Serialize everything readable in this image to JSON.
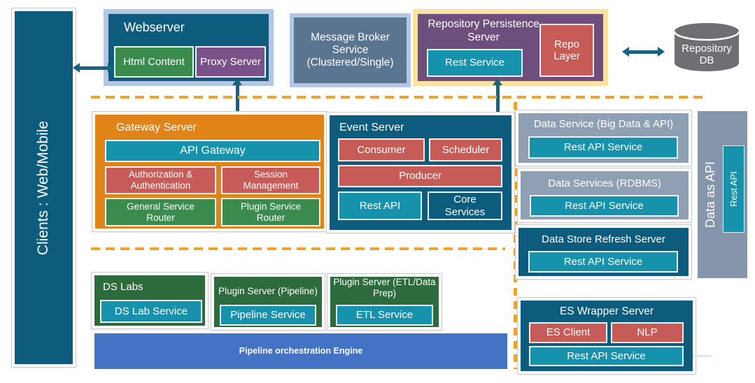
{
  "palette": {
    "teal-dark": "#0E5C7D",
    "teal-bright": "#1792AD",
    "green-mid": "#3B8A4E",
    "green-dark": "#2D6B3C",
    "purple": "#7A5189",
    "purple-deep": "#6E4E7D",
    "red": "#C65B57",
    "orange": "#E08418",
    "slate": "#5A7590",
    "gray-light": "#8FA0B4",
    "gray-mid": "#8495AC",
    "gray-db": "#6E6F72",
    "blue": "#4472C4",
    "periwinkle": "#B3C6E6",
    "yellow": "#FBE2A1",
    "dash": "#F0A22E",
    "arrow": "#16627F"
  },
  "clients": {
    "label": "Clients : Web/Mobile"
  },
  "webserver": {
    "title": "Webserver",
    "html_content": "Html Content",
    "proxy_server": "Proxy Server"
  },
  "message_broker": {
    "label": "Message Broker Service (Clustered/Single)"
  },
  "repo_persistence": {
    "title": "Repository Persistence Server",
    "rest_service": "Rest Service",
    "repo_layer": "Repo Layer"
  },
  "repository_db": {
    "label": "Repository DB"
  },
  "gateway": {
    "title": "Gateway Server",
    "api_gateway": "API Gateway",
    "auth": "Authorization & Authentication",
    "session": "Session Management",
    "general_router": "General Service Router",
    "plugin_router": "Plugin Service Router"
  },
  "event_server": {
    "title": "Event Server",
    "consumer": "Consumer",
    "scheduler": "Scheduler",
    "producer": "Producer",
    "rest_api": "Rest API",
    "core_services": "Core Services"
  },
  "data_services": {
    "big_data": {
      "title": "Data Service (Big Data & API)",
      "service": "Rest API Service"
    },
    "rdbms": {
      "title": "Data Services (RDBMS)",
      "service": "Rest API Service"
    },
    "refresh": {
      "title": "Data Store Refresh Server",
      "service": "Rest API Service"
    }
  },
  "data_as_api": {
    "label": "Data as API",
    "rest_api": "Rest API"
  },
  "es_wrapper": {
    "title": "ES Wrapper Server",
    "es_client": "ES Client",
    "nlp": "NLP",
    "service": "Rest API Service"
  },
  "ds_labs": {
    "title": "DS Labs",
    "service": "DS Lab Service"
  },
  "plugin_pipeline": {
    "title": "Plugin Server (Pipeline)",
    "service": "Pipeline Service"
  },
  "plugin_etl": {
    "title": "Plugin Server (ETL/Data Prep)",
    "service": "ETL Service"
  },
  "pipeline_engine": {
    "label": "Pipeline orchestration Engine"
  }
}
